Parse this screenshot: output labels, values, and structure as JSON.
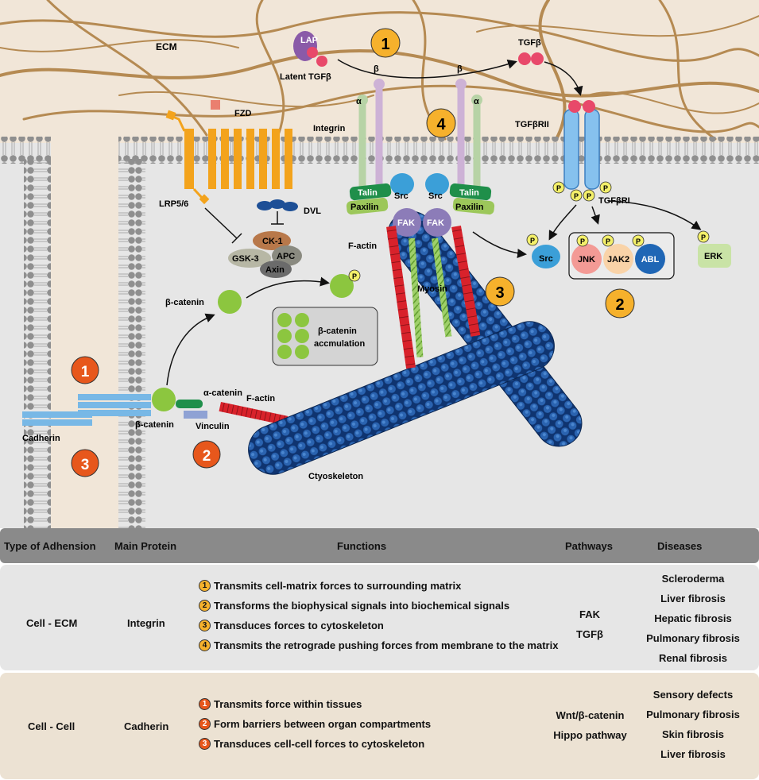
{
  "diagram": {
    "ecm": "ECM",
    "lap": "LAP",
    "latent_tgfb": "Latent TGFβ",
    "tgfb": "TGFβ",
    "fzd": "FZD",
    "lrp": "LRP5/6",
    "integrin": "Integrin",
    "alpha": "α",
    "beta": "β",
    "tgfbrii": "TGFβRII",
    "tgfbri": "TGFβRI",
    "dvl": "DVL",
    "ck1": "CK-1",
    "gsk3": "GSK-3",
    "apc": "APC",
    "axin": "Axin",
    "talin": "Talin",
    "paxilin": "Paxilin",
    "src": "Src",
    "fak": "FAK",
    "factin": "F-actin",
    "myosin": "Myosin",
    "p": "P",
    "jnk": "JNK",
    "jak2": "JAK2",
    "abl": "ABL",
    "erk": "ERK",
    "beta_catenin": "β-catenin",
    "accumulation_line1": "β-catenin",
    "accumulation_line2": "accmulation",
    "alpha_catenin": "α-catenin",
    "vinculin": "Vinculin",
    "cadherin": "Cadherin",
    "cytoskeleton": "Ctyoskeleton",
    "n1": "1",
    "n2": "2",
    "n3": "3",
    "n4": "4"
  },
  "table": {
    "headers": [
      "Type of Adhension",
      "Main Protein",
      "Functions",
      "Pathways",
      "Diseases"
    ],
    "rows": [
      {
        "type": "Cell - ECM",
        "protein": "Integrin",
        "functions": [
          {
            "n": "1",
            "text": "Transmits cell-matrix forces to surrounding matrix"
          },
          {
            "n": "2",
            "text": "Transforms the biophysical signals into biochemical signals"
          },
          {
            "n": "3",
            "text": "Transduces forces to cytoskeleton"
          },
          {
            "n": "4",
            "text": "Transmits the retrograde pushing forces from membrane to the matrix"
          }
        ],
        "pathways": [
          "FAK",
          "TGFβ"
        ],
        "diseases": [
          "Scleroderma",
          "Liver fibrosis",
          "Hepatic fibrosis",
          "Pulmonary fibrosis",
          "Renal fibrosis"
        ]
      },
      {
        "type": "Cell - Cell",
        "protein": "Cadherin",
        "functions": [
          {
            "n": "1",
            "text": "Transmits force within tissues"
          },
          {
            "n": "2",
            "text": "Form barriers between organ compartments"
          },
          {
            "n": "3",
            "text": "Transduces cell-cell forces to cytoskeleton"
          }
        ],
        "pathways": [
          "Wnt/β-catenin",
          "Hippo pathway"
        ],
        "diseases": [
          "Sensory defects",
          "Pulmonary fibrosis",
          "Skin fibrosis",
          "Liver fibrosis"
        ]
      }
    ]
  },
  "colors": {
    "ecm_bg": "#f1e6d8",
    "fiber": "#b58a52",
    "cytoplasm": "#e6e6e6",
    "membrane_head": "#8f8f8f",
    "orange_badge": "#e7571c",
    "yellow_badge": "#f6b12c",
    "wnt_orange": "#f3a31c",
    "integrin_alpha": "#b7d3a6",
    "integrin_beta": "#cdb2d6",
    "talin": "#1f8f4a",
    "paxilin": "#9cc75a",
    "src": "#3b9fd8",
    "fak": "#8c7cb8",
    "actin_red": "#d8222b",
    "cyto_blue": "#1d4f96",
    "receptor_blue": "#86c1ee",
    "tgfb_pink": "#e8496a",
    "lap_purple": "#8a5aa8",
    "catenin_green": "#8cc63f",
    "jnk": "#f39a95",
    "jak2": "#f9d3a8",
    "abl": "#1f66b5",
    "erk": "#c9e3a6"
  }
}
